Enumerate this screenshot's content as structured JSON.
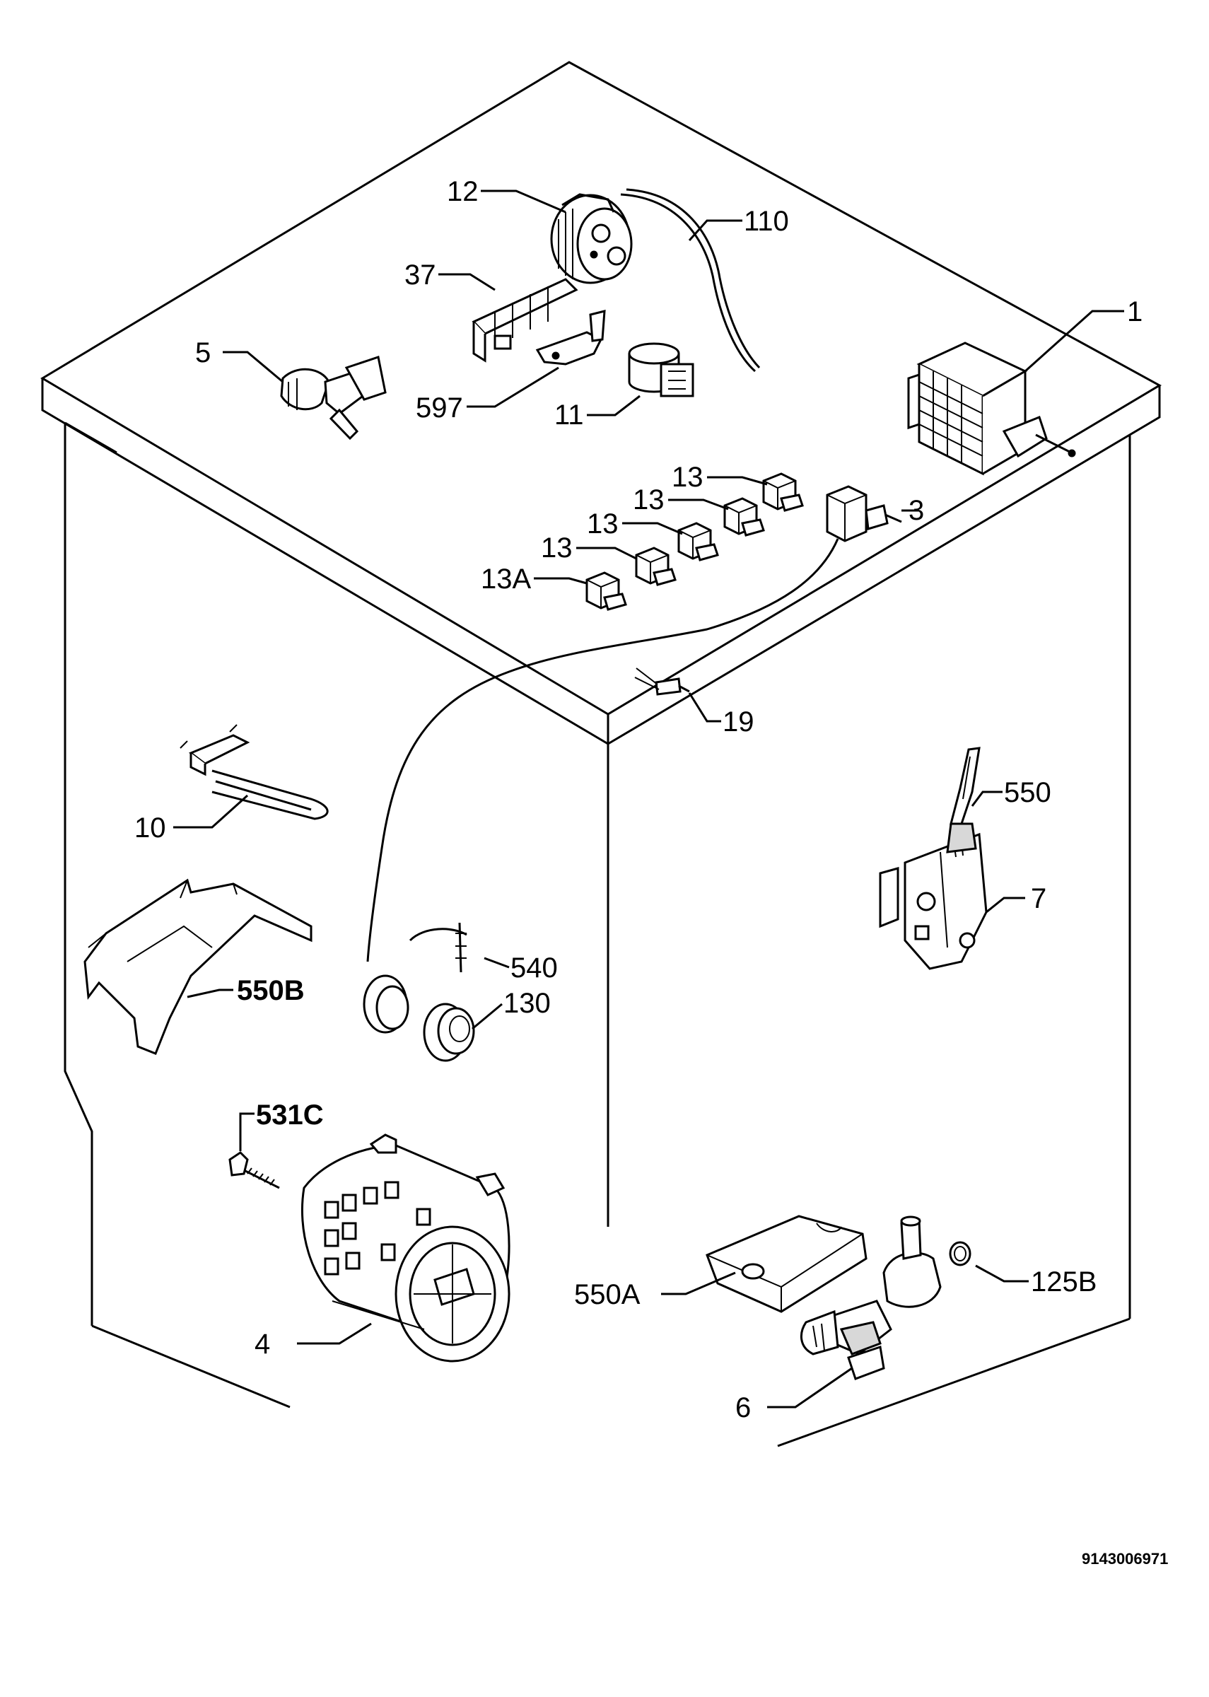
{
  "parts": [
    {
      "id": "part-1",
      "label": "1"
    },
    {
      "id": "part-3",
      "label": "3"
    },
    {
      "id": "part-4",
      "label": "4"
    },
    {
      "id": "part-5",
      "label": "5"
    },
    {
      "id": "part-6",
      "label": "6"
    },
    {
      "id": "part-7",
      "label": "7"
    },
    {
      "id": "part-10",
      "label": "10"
    },
    {
      "id": "part-11",
      "label": "11"
    },
    {
      "id": "part-12",
      "label": "12"
    },
    {
      "id": "part-13",
      "label": "13"
    },
    {
      "id": "part-13A",
      "label": "13A"
    },
    {
      "id": "part-19",
      "label": "19"
    },
    {
      "id": "part-37",
      "label": "37"
    },
    {
      "id": "part-110",
      "label": "110"
    },
    {
      "id": "part-125B",
      "label": "125B"
    },
    {
      "id": "part-130",
      "label": "130"
    },
    {
      "id": "part-531C",
      "label": "531C"
    },
    {
      "id": "part-540",
      "label": "540"
    },
    {
      "id": "part-550",
      "label": "550"
    },
    {
      "id": "part-550A",
      "label": "550A"
    },
    {
      "id": "part-550B",
      "label": "550B"
    },
    {
      "id": "part-597",
      "label": "597"
    }
  ],
  "labels": {
    "l1": "1",
    "l3": "3",
    "l4": "4",
    "l5": "5",
    "l6": "6",
    "l7": "7",
    "l10": "10",
    "l11": "11",
    "l12": "12",
    "l13a": "13",
    "l13b": "13",
    "l13c": "13",
    "l13d": "13",
    "l13A": "13A",
    "l19": "19",
    "l37": "37",
    "l110": "110",
    "l125B": "125B",
    "l130": "130",
    "l531C": "531C",
    "l540": "540",
    "l550": "550",
    "l550A": "550A",
    "l550B": "550B",
    "l597": "597"
  },
  "drawing_number": "9143006971"
}
